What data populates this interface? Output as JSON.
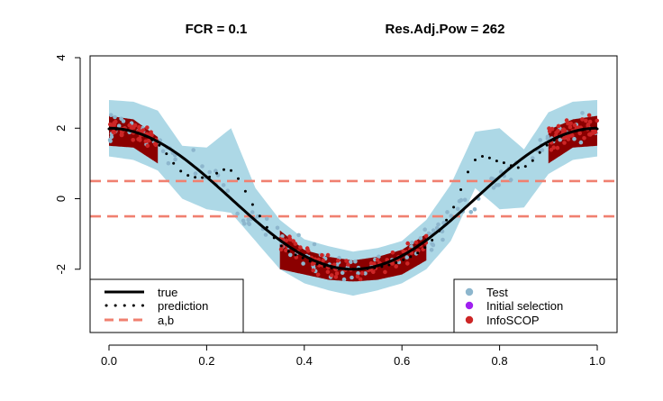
{
  "title": {
    "left": "FCR =  0.1",
    "right": "Res.Adj.Pow =  262"
  },
  "chart_data": {
    "type": "scatter",
    "xlim": [
      0,
      1
    ],
    "ylim": [
      -3.7,
      4.1
    ],
    "x_ticks": [
      "0.0",
      "0.2",
      "0.4",
      "0.6",
      "0.8",
      "1.0"
    ],
    "x_tick_values": [
      0,
      0.2,
      0.4,
      0.6,
      0.8,
      1.0
    ],
    "y_ticks": [
      "-2",
      "0",
      "2",
      "4"
    ],
    "y_tick_values": [
      -2,
      0,
      2,
      4
    ],
    "hlines": [
      {
        "label": "a",
        "y": 0.5
      },
      {
        "label": "b",
        "y": -0.5
      }
    ],
    "true_curve": {
      "formula": "2*cos(2*pi*x)"
    },
    "prediction": {
      "x": [
        0.0,
        0.05,
        0.1,
        0.15,
        0.2,
        0.25,
        0.3,
        0.35,
        0.4,
        0.45,
        0.5,
        0.55,
        0.6,
        0.65,
        0.7,
        0.75,
        0.8,
        0.85,
        0.9,
        0.95,
        1.0
      ],
      "y": [
        1.98,
        1.9,
        1.55,
        0.75,
        0.6,
        0.8,
        -0.3,
        -1.3,
        -1.7,
        -1.95,
        -2.0,
        -1.95,
        -1.75,
        -1.35,
        -0.4,
        1.1,
        1.05,
        0.9,
        1.55,
        1.9,
        1.98
      ]
    },
    "light_band": {
      "x": [
        0.0,
        0.05,
        0.1,
        0.15,
        0.2,
        0.25,
        0.3,
        0.35,
        0.4,
        0.45,
        0.5,
        0.55,
        0.6,
        0.65,
        0.7,
        0.75,
        0.8,
        0.85,
        0.9,
        0.95,
        1.0
      ],
      "upper": [
        2.8,
        2.75,
        2.5,
        1.5,
        1.45,
        2.0,
        0.3,
        -0.6,
        -1.15,
        -1.35,
        -1.5,
        -1.4,
        -1.2,
        -0.6,
        0.4,
        1.9,
        2.0,
        1.4,
        2.45,
        2.75,
        2.8
      ],
      "lower": [
        1.2,
        1.1,
        0.8,
        0.0,
        -0.3,
        -0.4,
        -1.2,
        -2.0,
        -2.4,
        -2.6,
        -2.75,
        -2.6,
        -2.4,
        -2.0,
        -1.2,
        0.3,
        -0.3,
        -0.25,
        0.7,
        1.1,
        1.2
      ]
    },
    "dark_band": [
      {
        "x": [
          0.0,
          0.05,
          0.1
        ],
        "upper": [
          2.35,
          2.25,
          1.75
        ],
        "lower": [
          1.5,
          1.45,
          1.0
        ]
      },
      {
        "x": [
          0.35,
          0.4,
          0.45,
          0.5,
          0.55,
          0.6,
          0.65
        ],
        "upper": [
          -0.9,
          -1.45,
          -1.65,
          -1.75,
          -1.65,
          -1.45,
          -1.0
        ],
        "lower": [
          -2.0,
          -2.15,
          -2.3,
          -2.35,
          -2.3,
          -2.15,
          -1.75
        ]
      },
      {
        "x": [
          0.9,
          0.95,
          1.0
        ],
        "upper": [
          1.95,
          2.25,
          2.35
        ],
        "lower": [
          1.0,
          1.45,
          1.5
        ]
      }
    ],
    "series": [
      {
        "name": "true",
        "style": "solid-line",
        "color": "#000000"
      },
      {
        "name": "prediction",
        "style": "dotted-line",
        "color": "#000000"
      },
      {
        "name": "a,b",
        "style": "dashed-line",
        "color": "#F08070"
      },
      {
        "name": "Test",
        "style": "point",
        "color": "#8DB6CD",
        "n_points": 160
      },
      {
        "name": "Initial selection",
        "style": "point",
        "color": "#A020F0"
      },
      {
        "name": "InfoSCOP",
        "style": "point",
        "color": "#CD2626",
        "n_points": 190
      }
    ],
    "legend_left_position": "bottom-left",
    "legend_right_position": "bottom-right",
    "grid": false,
    "colors": {
      "light_band": "#ADD8E6",
      "dark_band": "#8B0000",
      "hline": "#F08070",
      "test_point": "#8DB6CD",
      "initial_point": "#A020F0",
      "infoscop_point": "#CD2626"
    }
  }
}
